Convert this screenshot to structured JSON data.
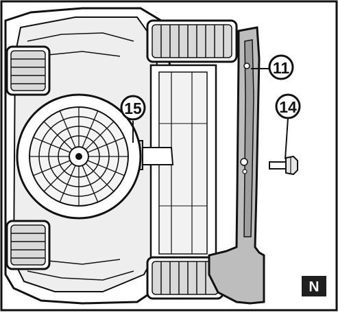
{
  "figure": {
    "badge_label": "N",
    "callouts": [
      {
        "id": "blade",
        "label": "11"
      },
      {
        "id": "bolt",
        "label": "14"
      },
      {
        "id": "fastener",
        "label": "15"
      }
    ]
  },
  "colors": {
    "outline": "#111111",
    "body_fill": "#ffffff",
    "shade_light": "#d9d9d9",
    "shade_mid": "#b3b3b3",
    "blade_fill": "#bdbdbd",
    "badge_fill": "#1f1f1f"
  }
}
